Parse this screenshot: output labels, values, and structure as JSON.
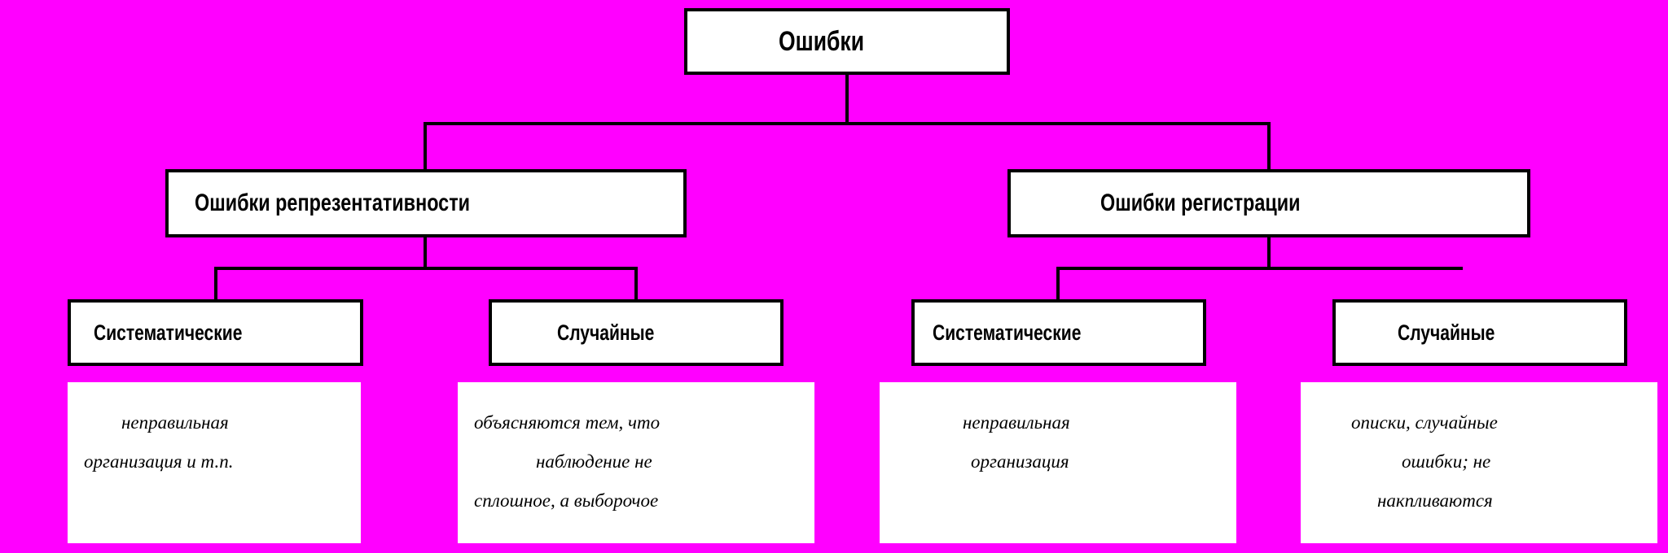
{
  "colors": {
    "background": "#ff00ff",
    "box_fill": "#ffffff",
    "line": "#000000"
  },
  "root": {
    "label": "Ошибки"
  },
  "branches": [
    {
      "label": "Ошибки репрезентативности",
      "children": [
        {
          "label": "Систематические",
          "description": [
            "неправильная",
            "организация и т.п."
          ]
        },
        {
          "label": "Случайные",
          "description": [
            "объясняются тем, что",
            "наблюдение не",
            "сплошное, а выборочое"
          ]
        }
      ]
    },
    {
      "label": "Ошибки регистрации",
      "children": [
        {
          "label": "Систематические",
          "description": [
            "неправильная",
            "организация"
          ]
        },
        {
          "label": "Случайные",
          "description": [
            "описки, случайные",
            "ошибки; не",
            "накпливаются"
          ]
        }
      ]
    }
  ]
}
